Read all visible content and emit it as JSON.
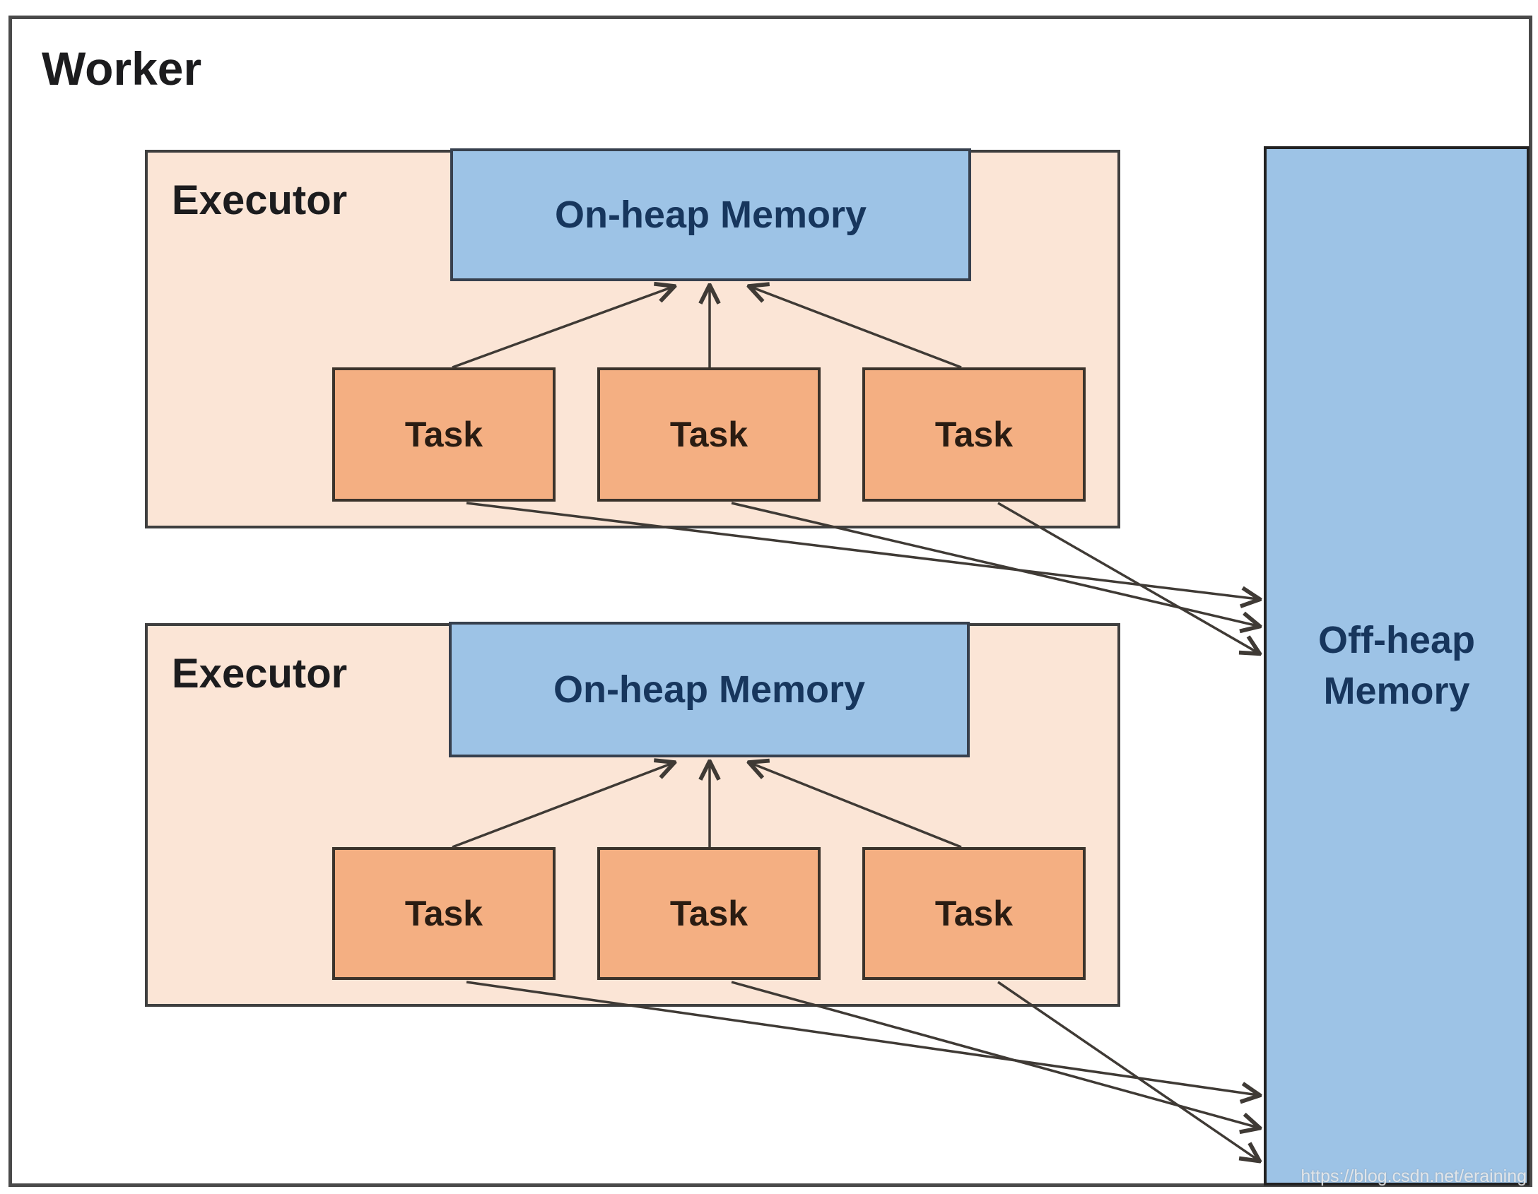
{
  "diagram": {
    "worker_label": "Worker",
    "executors": [
      {
        "label": "Executor",
        "memory_label": "On-heap Memory",
        "tasks": [
          "Task",
          "Task",
          "Task"
        ]
      },
      {
        "label": "Executor",
        "memory_label": "On-heap Memory",
        "tasks": [
          "Task",
          "Task",
          "Task"
        ]
      }
    ],
    "offheap": {
      "line1": "Off-heap",
      "line2": "Memory"
    },
    "watermark": "https://blog.csdn.net/eraining",
    "colors": {
      "executor_fill": "#FBE5D6",
      "task_fill": "#F4AF82",
      "memory_fill": "#9DC3E6",
      "border_dark": "#3F3F3F",
      "arrow": "#3F3A35",
      "memory_text": "#17365D",
      "label_text": "#1C1C1E"
    }
  }
}
